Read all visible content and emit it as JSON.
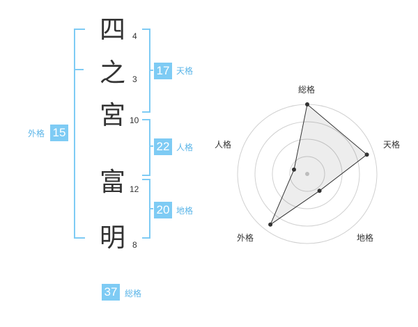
{
  "name": {
    "characters": [
      {
        "char": "四",
        "strokes": "4"
      },
      {
        "char": "之",
        "strokes": "3"
      },
      {
        "char": "宮",
        "strokes": "10"
      },
      {
        "char": "富",
        "strokes": "12"
      },
      {
        "char": "明",
        "strokes": "8"
      }
    ]
  },
  "fortunes": {
    "tenkaku": {
      "value": "17",
      "label": "天格"
    },
    "jinkaku": {
      "value": "22",
      "label": "人格"
    },
    "chikaku": {
      "value": "20",
      "label": "地格"
    },
    "gaikaku": {
      "value": "15",
      "label": "外格"
    },
    "soukaku": {
      "value": "37",
      "label": "総格"
    }
  },
  "colors": {
    "accent": "#7ecbf4",
    "label_text": "#5bb5e8",
    "text": "#333333"
  },
  "chart_data": {
    "type": "radar",
    "axes": [
      "総格",
      "天格",
      "地格",
      "外格",
      "人格"
    ],
    "rings": 4,
    "values": [
      4,
      3.6,
      1.2,
      3.6,
      0.8
    ],
    "max": 4
  }
}
